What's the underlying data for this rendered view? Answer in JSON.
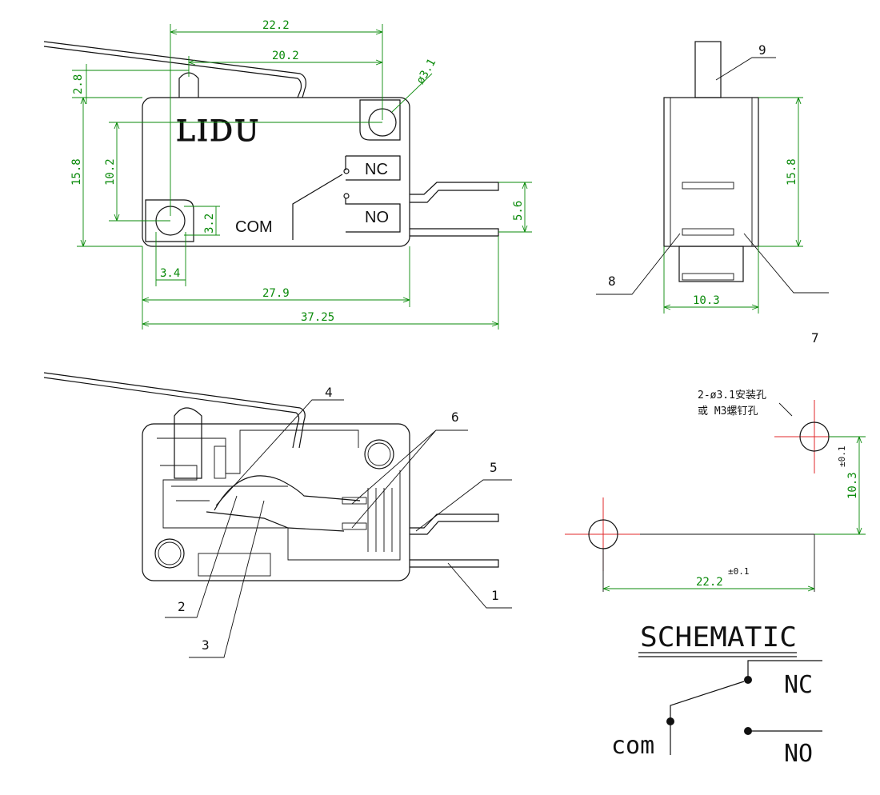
{
  "top_view": {
    "brand": "LIDU",
    "terminal_nc": "NC",
    "terminal_no": "NO",
    "terminal_com": "COM",
    "dims": {
      "d22_2": "22.2",
      "d20_2": "20.2",
      "d2_8": "2.8",
      "d3_1": "ø3.1",
      "d15_8": "15.8",
      "d10_2": "10.2",
      "d3_2": "3.2",
      "d5_6": "5.6",
      "d3_4": "3.4",
      "d27_9": "27.9",
      "d37_25": "37.25"
    }
  },
  "side_view": {
    "dims": {
      "d15_8": "15.8",
      "d10_3": "10.3"
    },
    "callouts": {
      "c9": "9",
      "c8": "8",
      "c7": "7"
    }
  },
  "internal_view": {
    "callouts": {
      "c1": "1",
      "c2": "2",
      "c3": "3",
      "c4": "4",
      "c5": "5",
      "c6": "6"
    }
  },
  "hole_pattern": {
    "note_line1": "2-ø3.1安装孔",
    "note_line2": "或 M3螺钉孔",
    "dim_vertical": "10.3",
    "dim_vertical_tol": "±0.1",
    "dim_horizontal": "22.2",
    "dim_horizontal_tol": "±0.1"
  },
  "schematic": {
    "title": "SCHEMATIC",
    "nc": "NC",
    "no": "NO",
    "com": "com"
  },
  "colors": {
    "line": "#111111",
    "dimension": "#0a8a0a",
    "centerline": "#e0282b"
  }
}
